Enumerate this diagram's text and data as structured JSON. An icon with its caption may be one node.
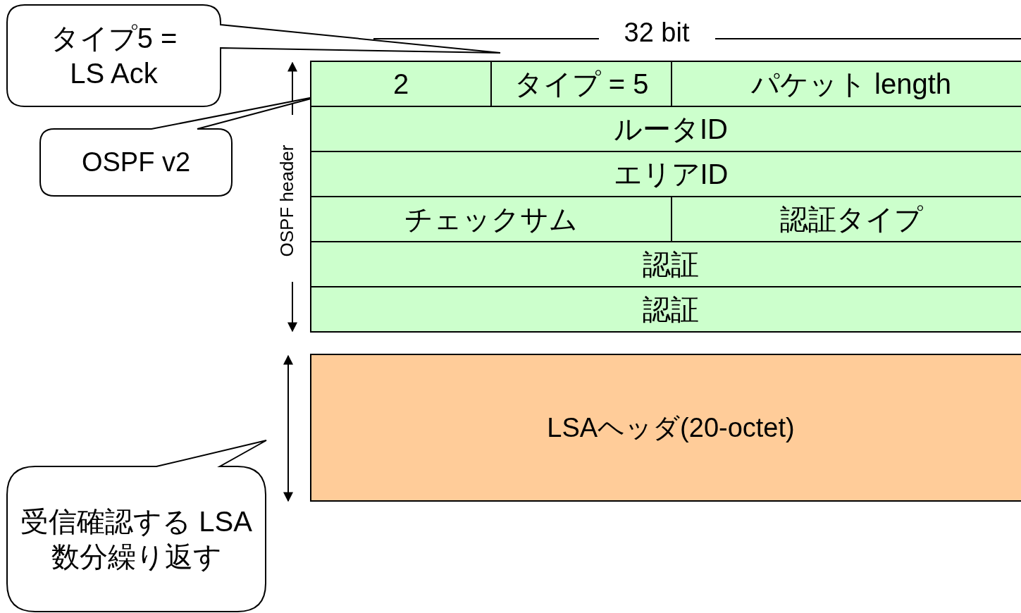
{
  "diagram": {
    "nodes": [
      {
        "text": [
          "タイプ5 = LS Ack"
        ]
      },
      {
        "text": [
          "OSPF v2"
        ]
      },
      {
        "text": [
          "2"
        ]
      },
      {
        "text": [
          "タイプ = 5"
        ]
      },
      {
        "text": [
          "パケット length"
        ]
      },
      {
        "text": [
          "ルータID"
        ]
      },
      {
        "text": [
          "エリアID"
        ]
      },
      {
        "text": [
          "チェックサム"
        ]
      },
      {
        "text": [
          "認証タイプ"
        ]
      },
      {
        "text": [
          "認証"
        ]
      },
      {
        "text": [
          "認証"
        ]
      },
      {
        "text": [
          "LSAヘッダ(20-octet)"
        ]
      },
      {
        "text": [
          "受信確認する LSA数分繰り返す"
        ]
      }
    ],
    "labels": [
      "32 bit",
      "OSPF header"
    ]
  }
}
